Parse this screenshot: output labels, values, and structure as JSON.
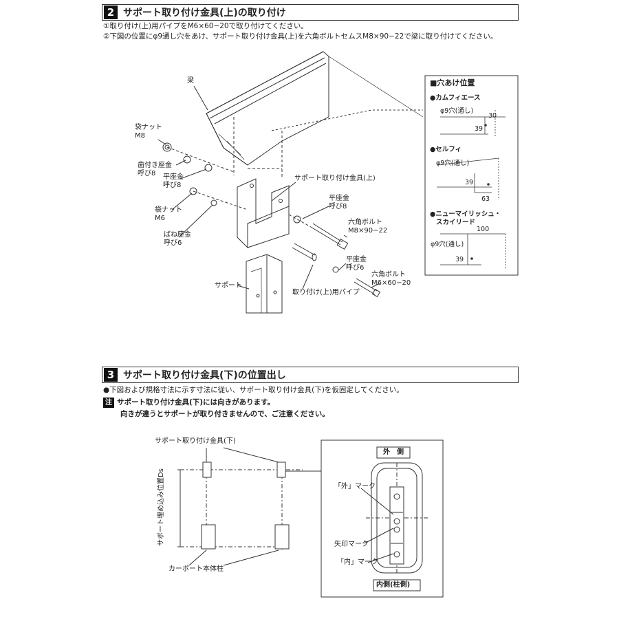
{
  "section2": {
    "number": "2",
    "title": "サポート取り付け金具(上)の取り付け",
    "notes": [
      "①取り付け(上)用パイプをM6×60−20で取り付けてください。",
      "②下図の位置にφ9通し穴をあけ、サポート取り付け金具(上)を六角ボルトセムスM8×90−22で梁に取り付けてください。"
    ],
    "labels": {
      "beam": "梁",
      "bag_nut_m8_line1": "袋ナット",
      "bag_nut_m8_line2": "M8",
      "toothed_washer_line1": "歯付き座金",
      "toothed_washer_line2": "呼び8",
      "flat_washer8_line1": "平座金",
      "flat_washer8_line2": "呼び8",
      "bag_nut_m6_line1": "袋ナット",
      "bag_nut_m6_line2": "M6",
      "spring_washer_line1": "ばね座金",
      "spring_washer_line2": "呼び6",
      "support": "サポート",
      "bracket_upper": "サポート取り付け金具(上)",
      "flat_washer8b_line1": "平座金",
      "flat_washer8b_line2": "呼び8",
      "hex_bolt_m8_line1": "六角ボルト",
      "hex_bolt_m8_line2": "M8×90−22",
      "flat_washer6_line1": "平座金",
      "flat_washer6_line2": "呼び6",
      "hex_bolt_m6_line1": "六角ボルト",
      "hex_bolt_m6_line2": "M6×60−20",
      "pipe": "取り付け(上)用パイプ"
    },
    "hole_box": {
      "title": "■穴あけ位置",
      "items": [
        {
          "name": "●カムフィエース",
          "hole": "φ9穴(通し)",
          "dim_a": "30",
          "dim_b": "39"
        },
        {
          "name": "●セルフィ",
          "hole": "φ9穴(通し)",
          "dim_a": "39",
          "dim_b": "63"
        },
        {
          "name": "●ニューマイリッシュ・",
          "name2": "スカイリード",
          "hole": "φ9穴(通し)",
          "dim_a": "100",
          "dim_b": "39"
        }
      ]
    }
  },
  "section3": {
    "number": "3",
    "title": "サポート取り付け金具(下)の位置出し",
    "notes": [
      "●下図および規格寸法に示す寸法に従い、サポート取り付け金具(下)を仮固定してください。"
    ],
    "caution_tag": "注",
    "caution_line1": "サポート取り付け金具(下)には向きがあります。",
    "caution_line2": "向きが違うとサポートが取り付きませんので、ご注意ください。",
    "labels": {
      "bracket_lower": "サポート取り付け金具(下)",
      "embed_position": "サポート埋め込み位置Ds",
      "carport_post": "カーポート本体柱",
      "outside": "外　側",
      "outer_mark": "「外」マーク",
      "arrow_mark": "矢印マーク",
      "inner_mark": "「内」マーク",
      "inside": "内側(柱側)"
    }
  }
}
